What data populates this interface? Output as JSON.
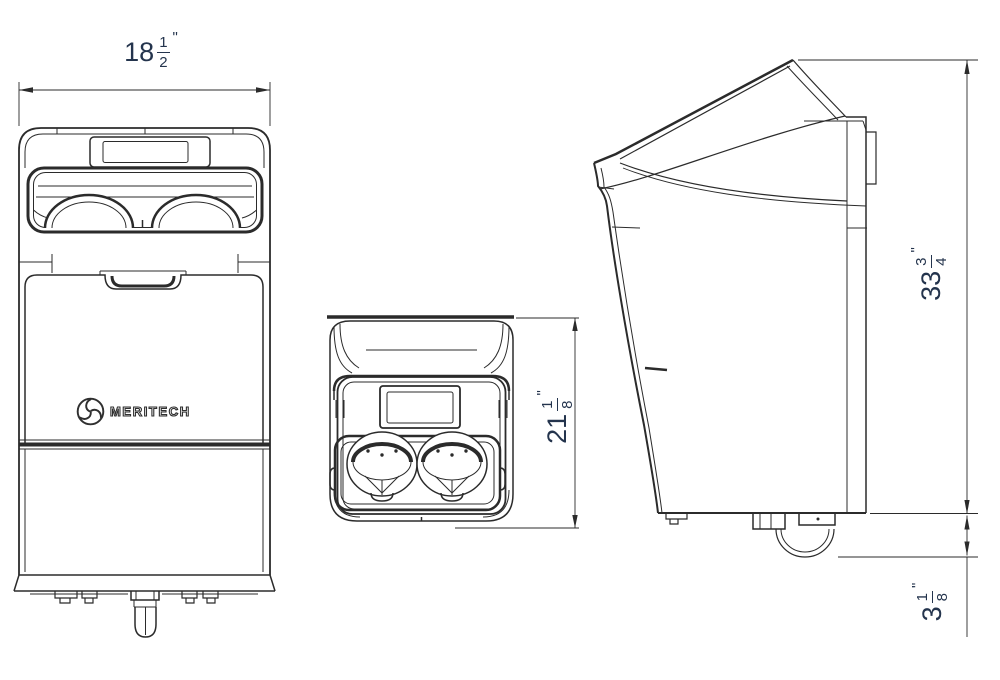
{
  "brand": {
    "name": "MERITECH",
    "logo_icon": "triskelion-circle-icon"
  },
  "dimensions": {
    "front_width": {
      "whole": "18",
      "numerator": "1",
      "denominator": "2",
      "unit": "\""
    },
    "depth": {
      "whole": "21",
      "numerator": "1",
      "denominator": "8",
      "unit": "\""
    },
    "height": {
      "whole": "33",
      "numerator": "3",
      "denominator": "4",
      "unit": "\""
    },
    "drain_clearance": {
      "whole": "3",
      "numerator": "1",
      "denominator": "8",
      "unit": "\""
    }
  },
  "colors": {
    "background": "#ffffff",
    "line": "#2b2b2b",
    "dimension_text": "#24344d"
  }
}
